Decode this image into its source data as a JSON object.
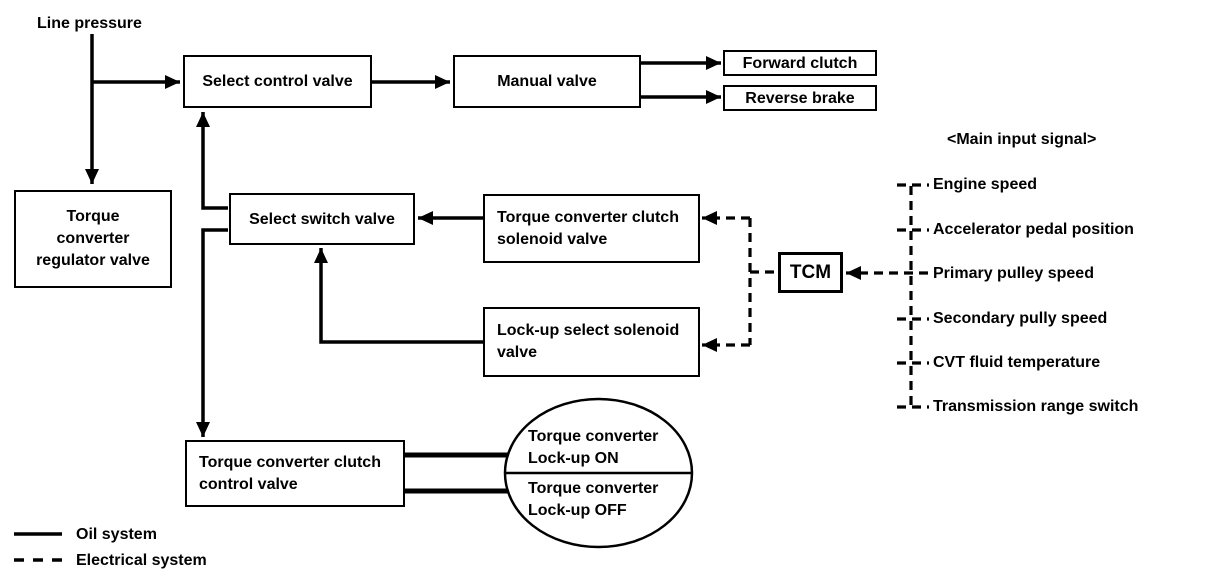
{
  "diagram": {
    "line_pressure_label": "Line pressure",
    "nodes": {
      "select_control_valve": {
        "label": "Select control valve"
      },
      "manual_valve": {
        "label": "Manual valve"
      },
      "forward_clutch": {
        "label": "Forward clutch"
      },
      "reverse_brake": {
        "label": "Reverse brake"
      },
      "torque_converter_regulator_valve": {
        "lines": [
          "Torque",
          "converter",
          "regulator valve"
        ]
      },
      "select_switch_valve": {
        "label": "Select switch valve"
      },
      "torque_converter_clutch_solenoid_valve": {
        "lines": [
          "Torque converter clutch",
          "solenoid valve"
        ]
      },
      "lock_up_select_solenoid_valve": {
        "lines": [
          "Lock-up select solenoid",
          "valve"
        ]
      },
      "tcm": {
        "label": "TCM"
      },
      "torque_converter_clutch_control_valve": {
        "lines": [
          "Torque converter clutch",
          "control valve"
        ]
      },
      "lock_up_on": {
        "lines": [
          "Torque converter",
          "Lock-up ON"
        ]
      },
      "lock_up_off": {
        "lines": [
          "Torque converter",
          "Lock-up OFF"
        ]
      }
    },
    "main_input_signals": {
      "title": "<Main input signal>",
      "items": [
        "Engine speed",
        "Accelerator pedal position",
        "Primary pulley speed",
        "Secondary pully speed",
        "CVT fluid temperature",
        "Transmission range switch"
      ]
    },
    "legend": {
      "oil": "Oil system",
      "electrical": "Electrical system"
    },
    "colors": {
      "line": "#000000",
      "background": "#ffffff"
    }
  }
}
